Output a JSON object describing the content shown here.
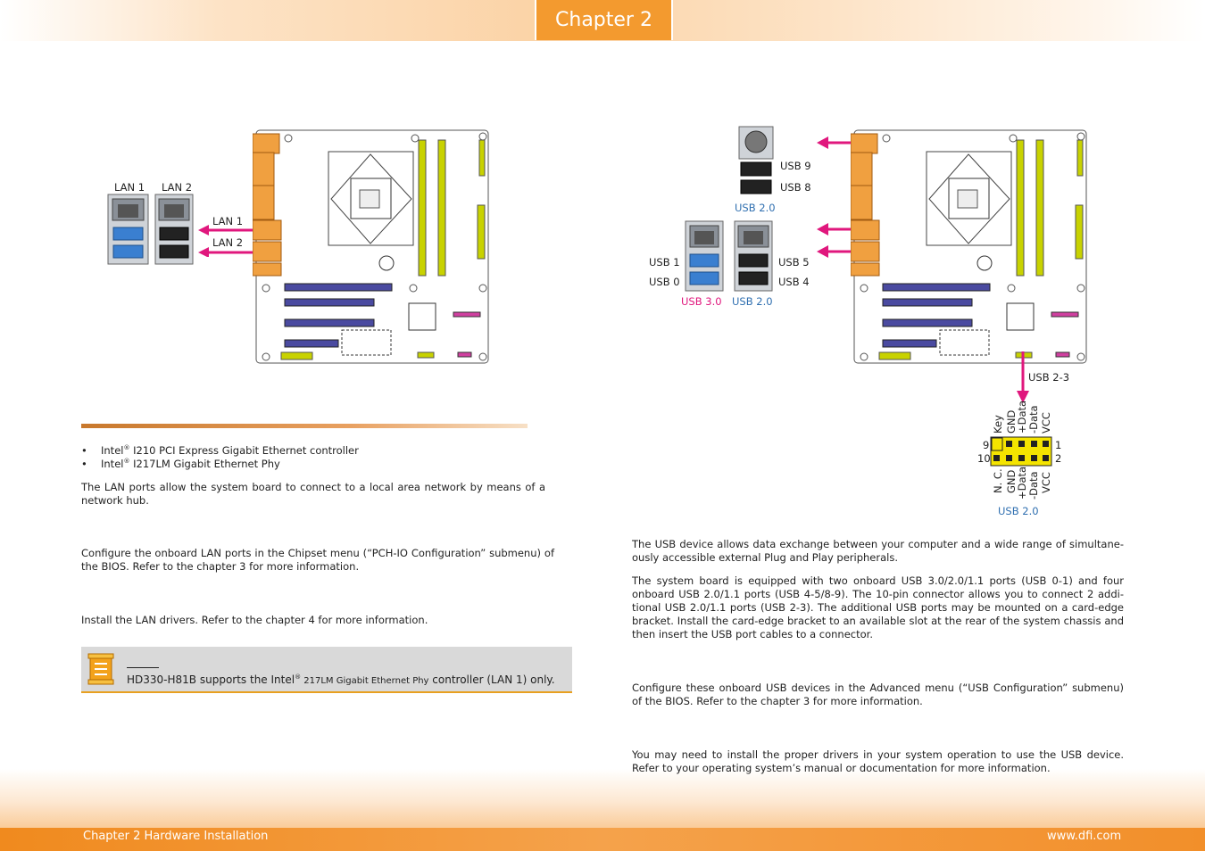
{
  "header": {
    "chapter_tab": "Chapter 2"
  },
  "footer": {
    "left": "Chapter 2 Hardware Installation",
    "right": "www.dfi.com"
  },
  "lan_diagram": {
    "port_labels": [
      "LAN 1",
      "LAN 2"
    ],
    "arrow_labels": [
      "LAN 1",
      "LAN 2"
    ]
  },
  "lan_section": {
    "bullets": [
      {
        "pre": "Intel",
        "sup": "®",
        "post": " I210 PCI Express Gigabit Ethernet controller"
      },
      {
        "pre": "Intel",
        "sup": "®",
        "post": " I217LM Gigabit Ethernet Phy"
      }
    ],
    "para1": "The LAN ports allow the system board to connect to a local area network by means of a network hub.",
    "para2": "Configure the onboard LAN ports in the Chipset menu (“PCH-IO Configuration” submenu) of the BIOS. Refer to the chapter 3 for more information.",
    "para3": "Install the LAN drivers. Refer to the chapter 4 for more information.",
    "note": {
      "model": "HD330-H81B",
      "mid": " supports the Intel",
      "sup": "®",
      "small": " 217LM Gigabit Ethernet Phy",
      "end": " controller (LAN 1) only."
    }
  },
  "usb_diagram": {
    "usb9": "USB 9",
    "usb8": "USB 8",
    "usb20_top": "USB 2.0",
    "usb1": "USB 1",
    "usb0": "USB 0",
    "usb5": "USB 5",
    "usb4": "USB 4",
    "usb30": "USB 3.0",
    "usb20_mid": "USB 2.0",
    "usb23": "USB 2-3",
    "pin_top": [
      "Key",
      "GND",
      "+Data",
      "-Data",
      "VCC"
    ],
    "pin_bottom": [
      "N. C.",
      "GND",
      "+Data",
      "-Data",
      "VCC"
    ],
    "pin9": "9",
    "pin10": "10",
    "pin1": "1",
    "pin2": "2",
    "usb20_bottom": "USB 2.0"
  },
  "usb_section": {
    "para1": "The USB device allows data exchange between your computer and a wide range of simultane-ously accessible external Plug and Play peripherals.",
    "para2": "The system board is equipped with two onboard USB 3.0/2.0/1.1 ports (USB 0-1) and four onboard USB 2.0/1.1 ports (USB 4-5/8-9). The 10-pin connector allows you to connect 2 addi-tional USB 2.0/1.1 ports (USB 2-3). The additional USB ports may be mounted on a card-edge bracket. Install the card-edge bracket to an available slot at the rear of the system chassis and then insert the USB port cables to a connector.",
    "para3": "Configure these onboard USB devices in the Advanced menu (“USB Configuration” submenu) of the BIOS. Refer to the chapter 3 for more information.",
    "para4": "You may need to install the proper drivers in your system operation to use the USB device. Refer to your operating system’s manual or documentation for more information."
  },
  "colors": {
    "accent": "#f39a2f",
    "usb_blue": "#2f6fb0",
    "usb_pink": "#e0177d",
    "arrow": "#e0177d",
    "pin_yellow": "#f4e400"
  }
}
